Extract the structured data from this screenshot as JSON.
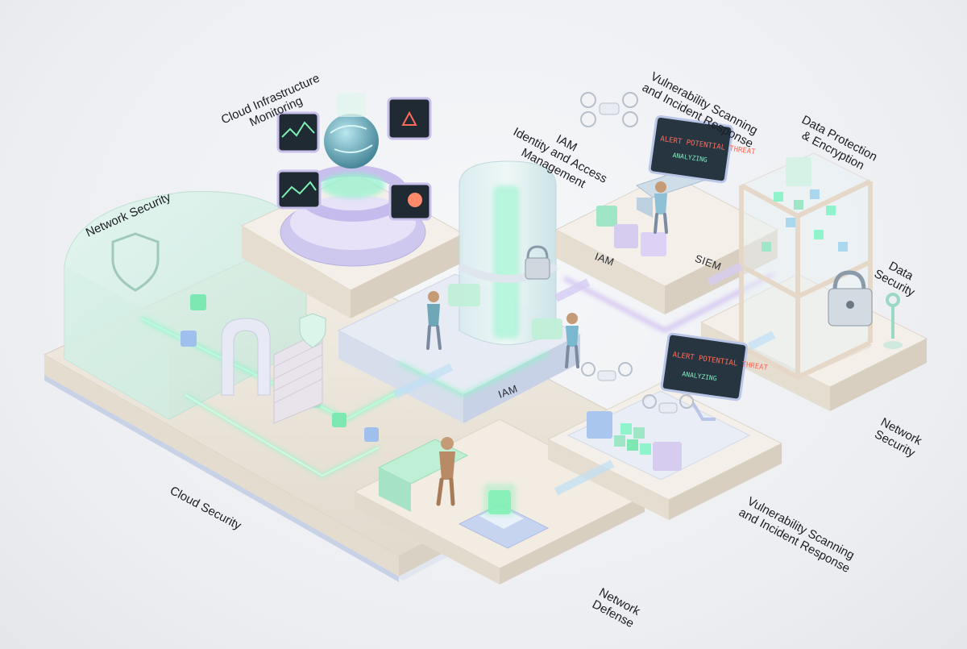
{
  "labels": {
    "network_security_top": "Network Security",
    "cloud_infra": "Cloud Infrastructure\nMonitoring",
    "iam_full": "IAM\nIdentity and Access\nManagement",
    "vuln_top": "Vulnerability Scanning\nand Incident Response",
    "data_protection": "Data Protection\n& Encryption",
    "data_security": "Data\nSecurity",
    "network_security_right": "Network\nSecurity",
    "vuln_bottom": "Vulnerability Scanning\nand Incident Response",
    "cloud_security": "Cloud Security",
    "network_defense": "Network\nDefense"
  },
  "platform_text": {
    "iam_center": "IAM",
    "iam_small": "IAM",
    "siem": "SIEM"
  },
  "screens": {
    "alert_top_line1": "ALERT POTENTIAL THREAT",
    "alert_top_line2": "ANALYZING",
    "alert_bottom_line1": "ALERT POTENTIAL THREAT",
    "alert_bottom_line2": "ANALYZING"
  },
  "colors": {
    "base": "#ece6dc",
    "accent_green": "#7df0b4",
    "accent_lavender": "#c9c1ec",
    "glass": "#cfeee4",
    "screen_bg": "#1f2a33"
  }
}
